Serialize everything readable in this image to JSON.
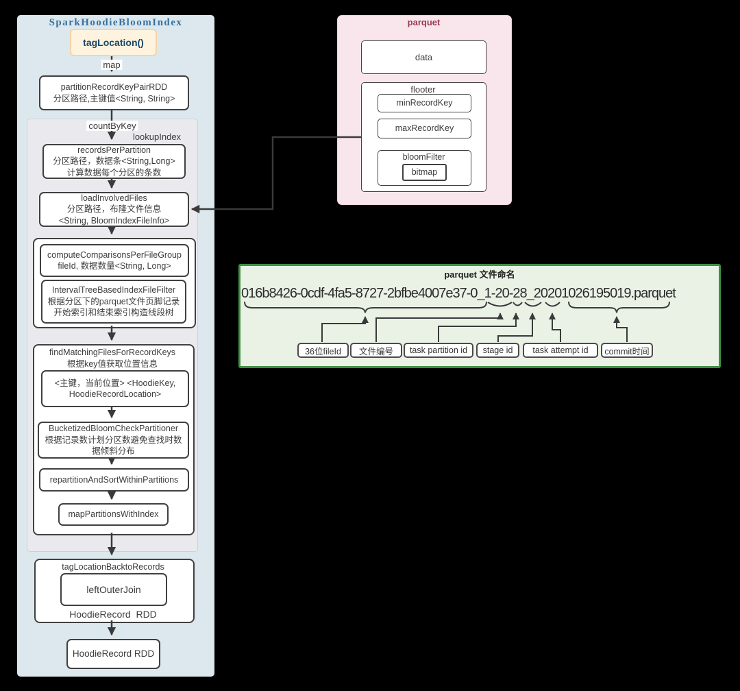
{
  "colors": {
    "canvas": "#000000",
    "spark_panel": "#dce8ee",
    "stage_panel": "#eaeaee",
    "parquet_panel": "#f8e6ec",
    "naming_panel": "#eaf2e6",
    "naming_border": "#3d9140",
    "spark_title_blue": "#36719f",
    "parquet_title_maroon": "#9c3a52",
    "entry_bg": "#fdf3de",
    "entry_border": "#f3d5a7",
    "line": "#3a3a3a"
  },
  "spark": {
    "title": "SparkHoodieBloomIndex",
    "entry": "tagLocation()",
    "map_label": "map",
    "count_by_key_label": "countByKey",
    "lookup_index_label": "lookupIndex",
    "partition_rdd": {
      "lines": [
        "partitionRecordKeyPairRDD",
        "分区路径,主键值<String, String>"
      ]
    },
    "records_per_partition": {
      "lines": [
        "recordsPerPartition",
        "分区路径，数据条<String,Long>",
        "计算数据每个分区的条数"
      ]
    },
    "load_involved_files": {
      "lines": [
        "loadInvolvedFiles",
        "分区路径，布隆文件信息",
        "<String, BloomIndexFileInfo>"
      ]
    },
    "compute_comparisons": {
      "lines": [
        "computeComparisonsPerFileGroup",
        "fileId, 数据数量<String, Long>"
      ]
    },
    "interval_tree": {
      "lines": [
        "IntervalTreeBasedIndexFileFilter",
        "根据分区下的parquet文件页脚记录",
        "开始索引和结束索引构造线段树"
      ]
    },
    "find_matching": {
      "lines": [
        "findMatchingFilesForRecordKeys",
        "根据key值获取位置信息"
      ]
    },
    "key_box": {
      "lines": [
        "<主键，当前位置> <HoodieKey,",
        "HoodieRecordLocation>"
      ]
    },
    "bucketized": {
      "lines": [
        "BucketizedBloomCheckPartitioner",
        "根据记录数计划分区数避免查找时数",
        "据倾斜分布"
      ]
    },
    "repartition": {
      "lines": [
        "repartitionAndSortWithinPartitions"
      ]
    },
    "map_partitions": {
      "lines": [
        "mapPartitionsWithIndex"
      ]
    },
    "tag_back": {
      "title": "tagLocationBacktoRecords",
      "inner": "leftOuterJoin",
      "footer": "HoodieRecord  RDD"
    },
    "final_box": "HoodieRecord RDD"
  },
  "parquet": {
    "title": "parquet",
    "data_label": "data",
    "flooter_label": "flooter",
    "min_record_key": "minRecordKey",
    "max_record_key": "maxRecordKey",
    "bloom_filter_label": "bloomFilter",
    "bitmap_label": "bitmap"
  },
  "naming": {
    "title": "parquet 文件命名",
    "filename": "016b8426-0cdf-4fa5-8727-2bfbe4007e37-0_1-20-28_20201026195019.parquet",
    "labels": [
      "36位fileId",
      "文件编号",
      "task partition id",
      "stage id",
      "task attempt id",
      "commit时间"
    ]
  }
}
